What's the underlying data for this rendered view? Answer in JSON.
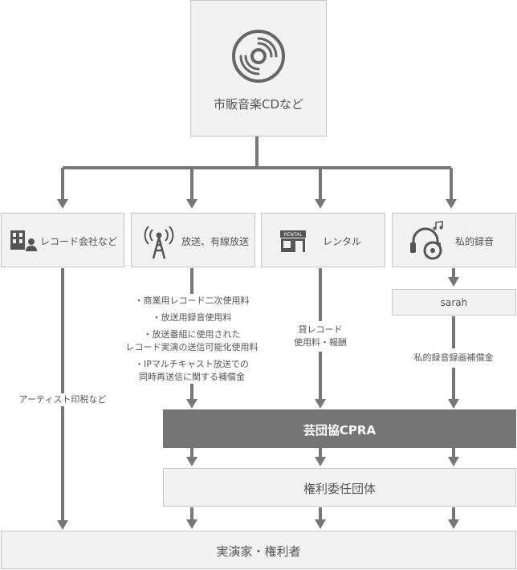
{
  "top": {
    "label": "市販音楽CDなど",
    "icon": "cd-disc-icon"
  },
  "sources": [
    {
      "label": "レコード会社など",
      "icon": "office-building-person-icon"
    },
    {
      "label": "放送、有線放送",
      "icon": "broadcast-tower-icon"
    },
    {
      "label": "レンタル",
      "icon": "rental-shop-icon"
    },
    {
      "label": "私的録音",
      "icon": "headphones-cd-icon"
    }
  ],
  "sarah": {
    "label": "sarah"
  },
  "notes": {
    "royalty": "アーティスト印税など",
    "broadcast": [
      "・商業用レコード二次使用料",
      "・放送用録音使用料",
      "・放送番組に使用された",
      "レコード実演の送信可能化使用料",
      "・IPマルチキャスト放送での",
      "同時再送信に関する補償金"
    ],
    "rental": [
      "貸レコード",
      "使用料・報酬"
    ],
    "private": "私的録音録画補償金"
  },
  "cpra": {
    "label": "芸団協CPRA"
  },
  "trust": {
    "label": "権利委任団体"
  },
  "bottom": {
    "label": "実演家・権利者"
  },
  "colors": {
    "box_fill": "#f2f2f2",
    "box_border": "#c6c6c6",
    "line": "#777777",
    "cpra_fill": "#757575",
    "text": "#555555"
  }
}
